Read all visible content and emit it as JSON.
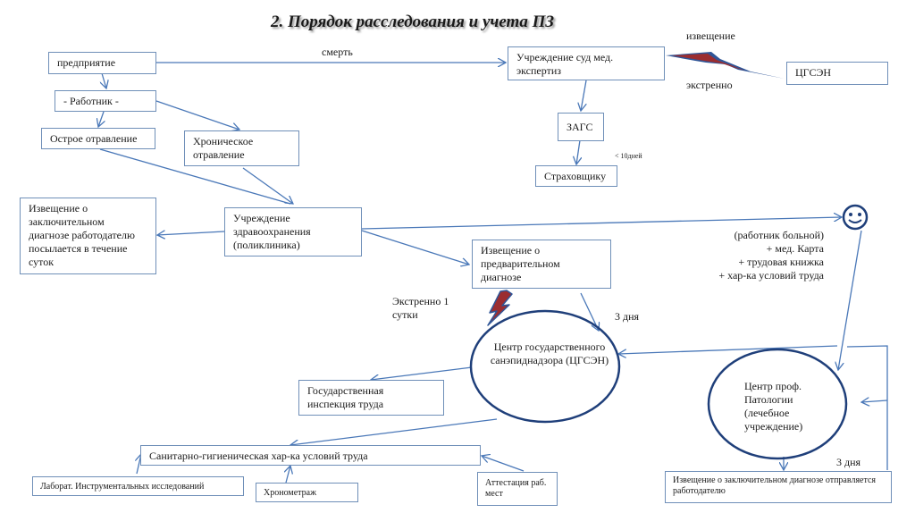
{
  "title": "2. Порядок расследования и учета ПЗ",
  "nodes": {
    "enterprise": "предприятие",
    "worker": "- Работник -",
    "acute": "Острое отравление",
    "chronic": "Хроническое\nотравление",
    "forensic": "Учреждение суд мед.\nэкспертиз",
    "cgsen_top": "ЦГСЭН",
    "zags": "ЗАГС",
    "insurer": "Страховщику",
    "final_notice_left": "Извещение о\nзаключительном\nдиагнозе работодателю\nпосылается в течение\nсуток",
    "healthcare": "Учреждение\nздравоохранения\n(поликлиника)",
    "prelim_notice": "Извещение о\nпредварительном\nдиагнозе",
    "cgsen_center": "Центр государственного\nсанэпиднадзора (ЦГСЭН)",
    "labor_inspection": "Государственная\nинспекция труда",
    "sanitary_char": "Санитарно-гигиеническая хар-ка условий труда",
    "lab": "Лаборат. Инструментальных исследований",
    "timing": "Хронометраж",
    "attestation": "Аттестация раб.\nмест",
    "prof_pathology": "Центр проф.\nПатологии\n(лечебное\nучреждение)",
    "final_notice_right": "Извещение о заключительном диагнозе отправляется\nработодателю"
  },
  "labels": {
    "death": "смерть",
    "notice": "извещение",
    "urgent": "экстренно",
    "ten_days": "< 10дней",
    "urgent_1day": "Экстренно 1\nсутки",
    "three_days_1": "3 дня",
    "three_days_2": "3 дня",
    "patient_docs": "(работник больной)\n+ мед. Карта\n+ трудовая книжка\n+ хар-ка условий труда"
  },
  "icons": {
    "lightning_top": "lightning-icon",
    "lightning_mid": "lightning-icon",
    "smiley": "smiley-face-icon"
  },
  "colors": {
    "line": "#4a78b8",
    "box_border": "#6f8fb8",
    "ellipse_border": "#1f3f7a",
    "lightning_fill": "#9b2d30",
    "lightning_outline": "#2f5597"
  }
}
